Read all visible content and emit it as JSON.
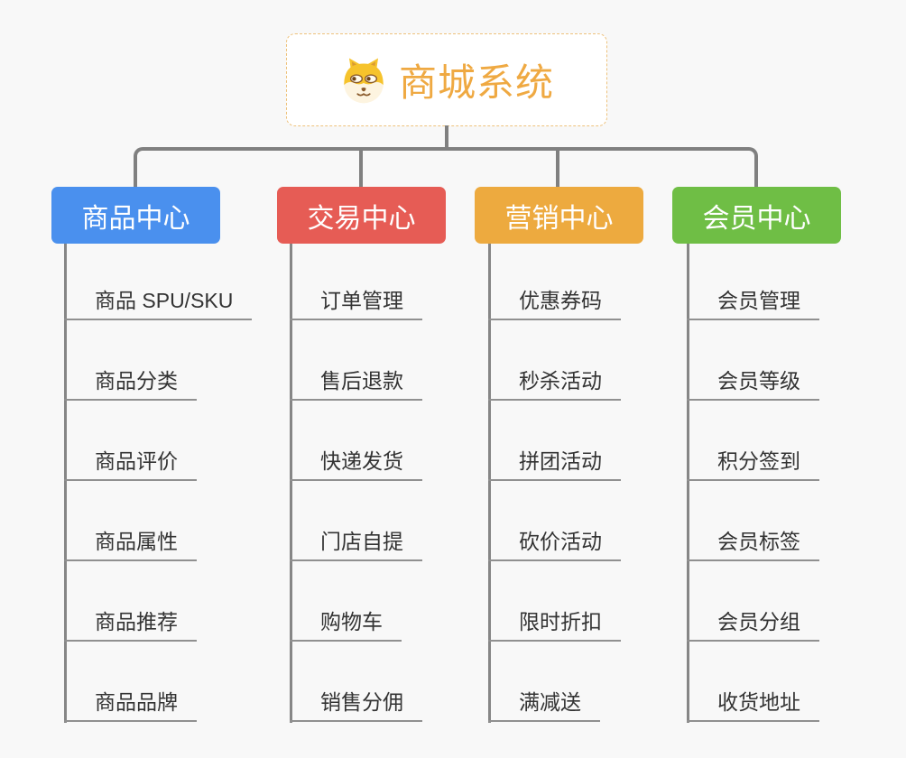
{
  "root": {
    "title": "商城系统",
    "icon": "dog-face-icon",
    "title_color": "#efa942",
    "border_color": "#eec27c"
  },
  "connector_color": "#808080",
  "branches": [
    {
      "label": "商品中心",
      "color": "#4a90ee",
      "children": [
        "商品 SPU/SKU",
        "商品分类",
        "商品评价",
        "商品属性",
        "商品推荐",
        "商品品牌"
      ]
    },
    {
      "label": "交易中心",
      "color": "#e65c55",
      "children": [
        "订单管理",
        "售后退款",
        "快递发货",
        "门店自提",
        "购物车",
        "销售分佣"
      ]
    },
    {
      "label": "营销中心",
      "color": "#edaa3f",
      "children": [
        "优惠券码",
        "秒杀活动",
        "拼团活动",
        "砍价活动",
        "限时折扣",
        "满减送"
      ]
    },
    {
      "label": "会员中心",
      "color": "#6fbe45",
      "children": [
        "会员管理",
        "会员等级",
        "积分签到",
        "会员标签",
        "会员分组",
        "收货地址"
      ]
    }
  ]
}
